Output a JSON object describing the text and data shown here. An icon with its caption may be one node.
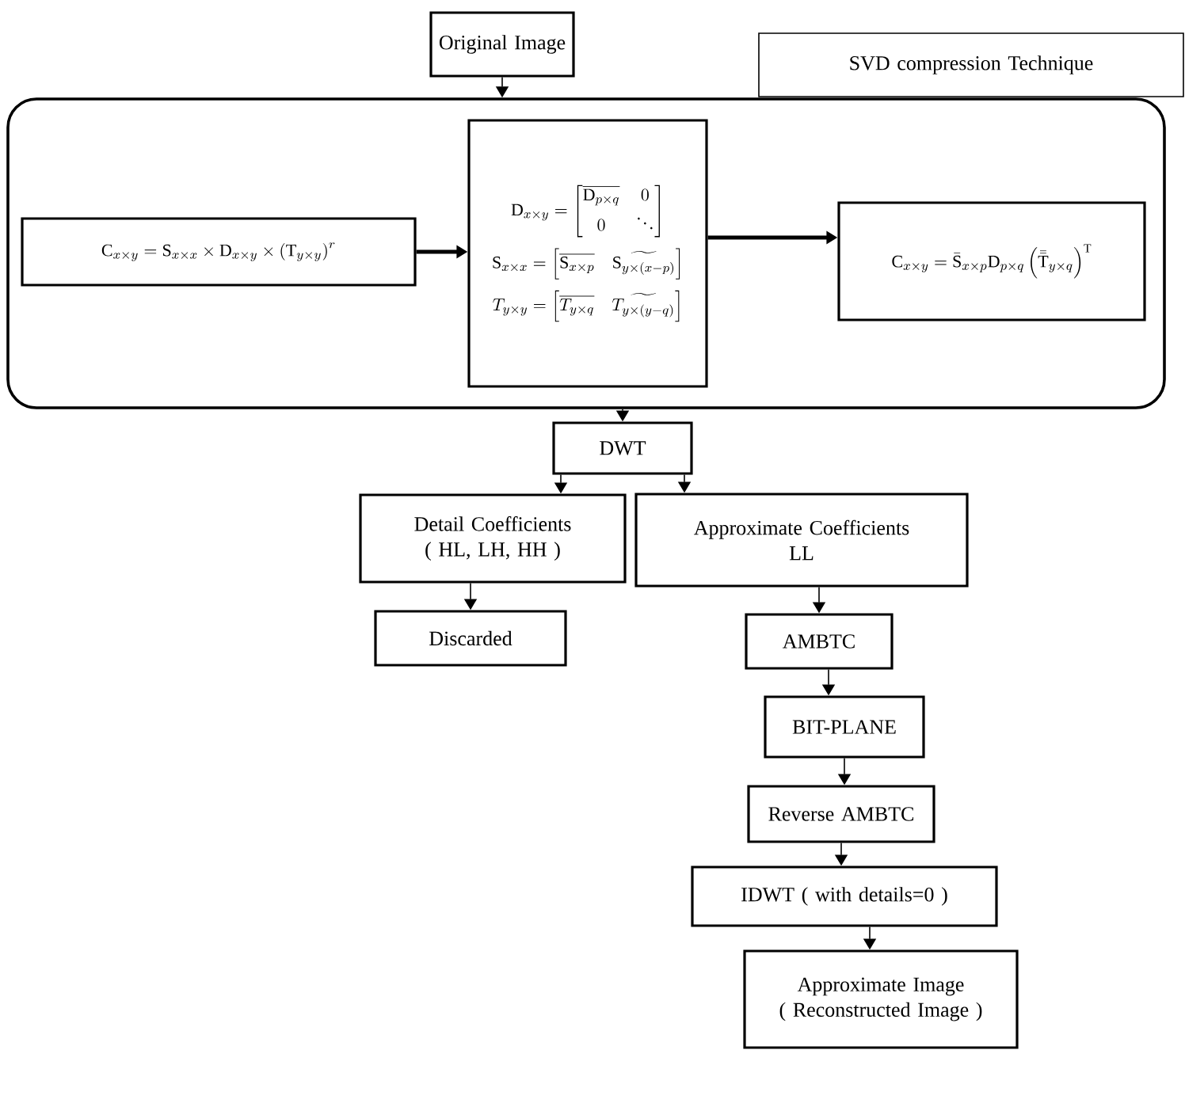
{
  "diagram": {
    "nodes": [
      {
        "text": [
          "Original Image"
        ]
      },
      {
        "text": [
          "SVD compression Technique"
        ]
      },
      {
        "text": [],
        "shape": "box"
      },
      {
        "text": [
          "\\mathrm{C}_{x\\times y} = \\mathrm{S}_{x\\times x} \\times \\mathrm{D}_{x\\times y} \\times \\left(\\mathrm{T}_{y\\times y}\\right)^{r}"
        ],
        "in": 2
      },
      {
        "text": [
          "\\mathrm{D}_{x\\times y} = \\begin{bmatrix}\\overline{\\mathrm{D}_{p\\times q}} & 0\\\\ 0 & \\ddots\\end{bmatrix}",
          "\\mathrm{S}_{x\\times x} = \\left[\\overline{\\mathrm{S}_{x\\times p}}\\quad \\widetilde{\\mathrm{S}_{y\\times(x-p)}}\\right]",
          "T_{y\\times y} = \\left[\\overline{T_{y\\times q}}\\quad \\widetilde{T_{y\\times(y-q)}}\\right]"
        ],
        "in": 2
      },
      {
        "text": [
          "\\mathrm{C}_{x\\times y} = \\bar{\\mathrm{S}}_{x\\times p}\\mathrm{D}_{p\\times q}\\left(\\bar{\\bar{\\mathrm{T}}}_{y\\times q}\\right)^{\\mathrm{T}}"
        ],
        "in": 2
      },
      {
        "text": [
          "DWT"
        ]
      },
      {
        "text": [
          "Detail Coefficients",
          "( HL, LH, HH )"
        ]
      },
      {
        "text": [
          "Approximate Coefficients",
          "LL"
        ]
      },
      {
        "text": [
          "Discarded"
        ]
      },
      {
        "text": [
          "AMBTC"
        ]
      },
      {
        "text": [
          "BIT-PLANE"
        ]
      },
      {
        "text": [
          "Reverse AMBTC"
        ]
      },
      {
        "text": [
          "IDWT ( with details=0 )"
        ]
      },
      {
        "text": [
          "Approximate Image",
          "( Reconstructed Image )"
        ]
      }
    ],
    "edges": [
      {
        "from": 0,
        "to": 2,
        "arrow": "to"
      },
      {
        "from": 3,
        "to": 4,
        "arrow": "to",
        "style": "thick"
      },
      {
        "from": 4,
        "to": 5,
        "arrow": "to",
        "style": "thick"
      },
      {
        "from": 2,
        "to": 6,
        "arrow": "to"
      },
      {
        "from": 6,
        "to": 7,
        "arrow": "to"
      },
      {
        "from": 6,
        "to": 8,
        "arrow": "to"
      },
      {
        "from": 7,
        "to": 9,
        "arrow": "to"
      },
      {
        "from": 8,
        "to": 10,
        "arrow": "to"
      },
      {
        "from": 10,
        "to": 11,
        "arrow": "to"
      },
      {
        "from": 11,
        "to": 12,
        "arrow": "to"
      },
      {
        "from": 12,
        "to": 13,
        "arrow": "to"
      },
      {
        "from": 13,
        "to": 14,
        "arrow": "to"
      }
    ]
  }
}
